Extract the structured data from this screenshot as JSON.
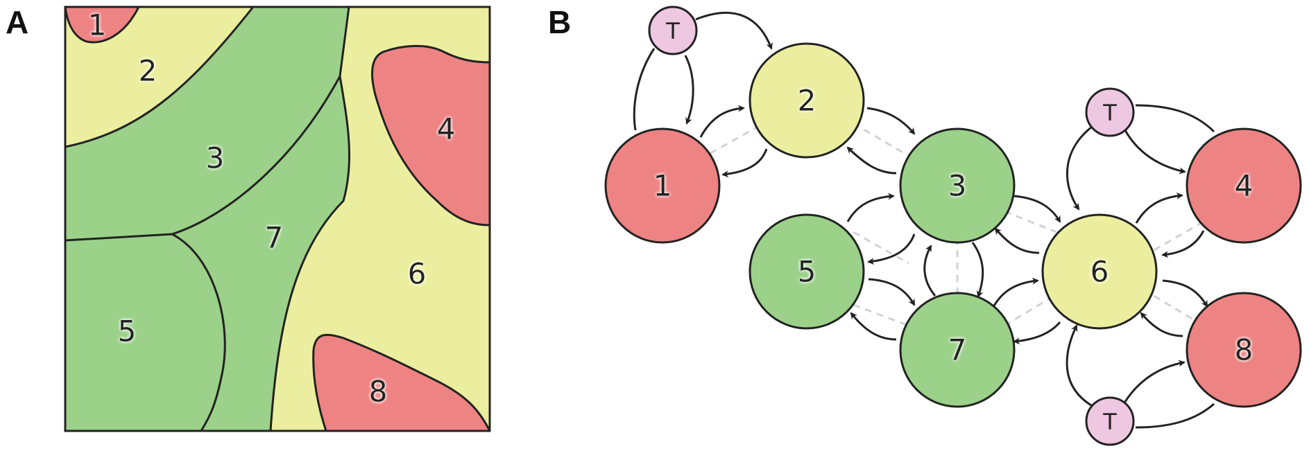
{
  "panels": {
    "a_label": "A",
    "b_label": "B"
  },
  "colors": {
    "red": "#ee8383",
    "yellow": "#ebee9e",
    "green": "#9bd189",
    "pink": "#eec7e1"
  },
  "regions": [
    {
      "label": "1",
      "color": "red"
    },
    {
      "label": "2",
      "color": "yellow"
    },
    {
      "label": "3",
      "color": "green"
    },
    {
      "label": "4",
      "color": "red"
    },
    {
      "label": "5",
      "color": "green"
    },
    {
      "label": "6",
      "color": "yellow"
    },
    {
      "label": "7",
      "color": "green"
    },
    {
      "label": "8",
      "color": "red"
    }
  ],
  "nodes": [
    {
      "label": "1",
      "color": "red"
    },
    {
      "label": "2",
      "color": "yellow"
    },
    {
      "label": "3",
      "color": "green"
    },
    {
      "label": "4",
      "color": "red"
    },
    {
      "label": "5",
      "color": "green"
    },
    {
      "label": "6",
      "color": "yellow"
    },
    {
      "label": "7",
      "color": "green"
    },
    {
      "label": "8",
      "color": "red"
    }
  ],
  "terminals": [
    "T",
    "T",
    "T"
  ]
}
